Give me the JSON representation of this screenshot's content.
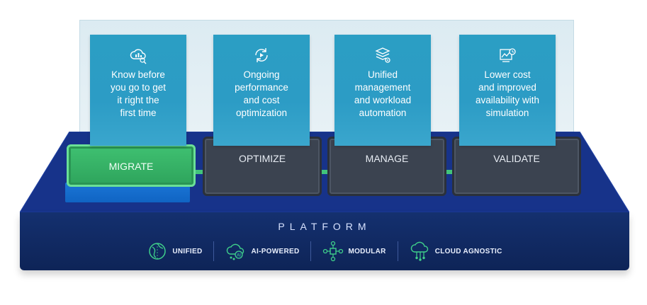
{
  "stages": [
    {
      "label": "MIGRATE",
      "description_lines": [
        "Know before",
        "you go to get",
        "it right the",
        "first time"
      ],
      "icon": "cloud-analytics-icon"
    },
    {
      "label": "OPTIMIZE",
      "description_lines": [
        "Ongoing",
        "performance",
        "and cost",
        "optimization"
      ],
      "icon": "optimize-cycle-icon"
    },
    {
      "label": "MANAGE",
      "description_lines": [
        "Unified",
        "management",
        "and workload",
        "automation"
      ],
      "icon": "stack-gear-icon"
    },
    {
      "label": "VALIDATE",
      "description_lines": [
        "Lower cost",
        "and improved",
        "availability with",
        "simulation"
      ],
      "icon": "chart-clock-icon"
    }
  ],
  "platform": {
    "title": "PLATFORM",
    "features": [
      {
        "label": "UNIFIED",
        "icon": "globe-icon"
      },
      {
        "label": "AI-POWERED",
        "icon": "ai-cloud-icon"
      },
      {
        "label": "MODULAR",
        "icon": "modular-nodes-icon"
      },
      {
        "label": "CLOUD AGNOSTIC",
        "icon": "cloud-network-icon"
      }
    ]
  },
  "colors": {
    "card": "#2c9cc5",
    "active_pad": "#3fc071",
    "inactive_pad": "#3b4350",
    "platform": "#14306f",
    "accent_green": "#42c47b"
  }
}
